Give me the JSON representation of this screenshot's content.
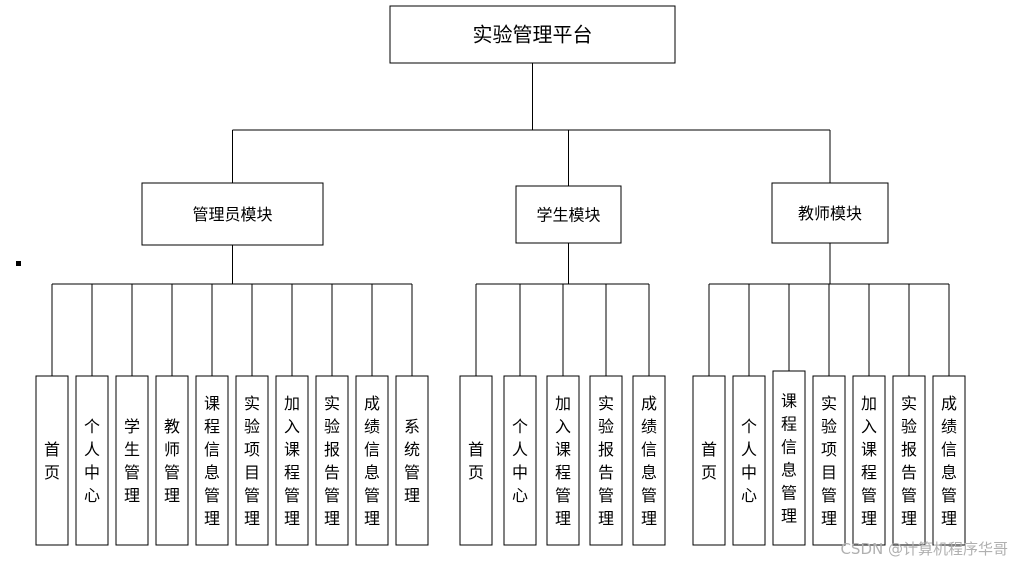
{
  "root": {
    "label": "实验管理平台"
  },
  "modules": [
    {
      "label": "管理员模块",
      "children": [
        "首页",
        "个人中心",
        "学生管理",
        "教师管理",
        "课程信息管理",
        "实验项目管理",
        "加入课程管理",
        "实验报告管理",
        "成绩信息管理",
        "系统管理"
      ]
    },
    {
      "label": "学生模块",
      "children": [
        "首页",
        "个人中心",
        "加入课程管理",
        "实验报告管理",
        "成绩信息管理"
      ]
    },
    {
      "label": "教师模块",
      "children": [
        "首页",
        "个人中心",
        "课程信息管理",
        "实验项目管理",
        "加入课程管理",
        "实验报告管理",
        "成绩信息管理"
      ]
    }
  ],
  "watermark": "CSDN @计算机程序华哥"
}
